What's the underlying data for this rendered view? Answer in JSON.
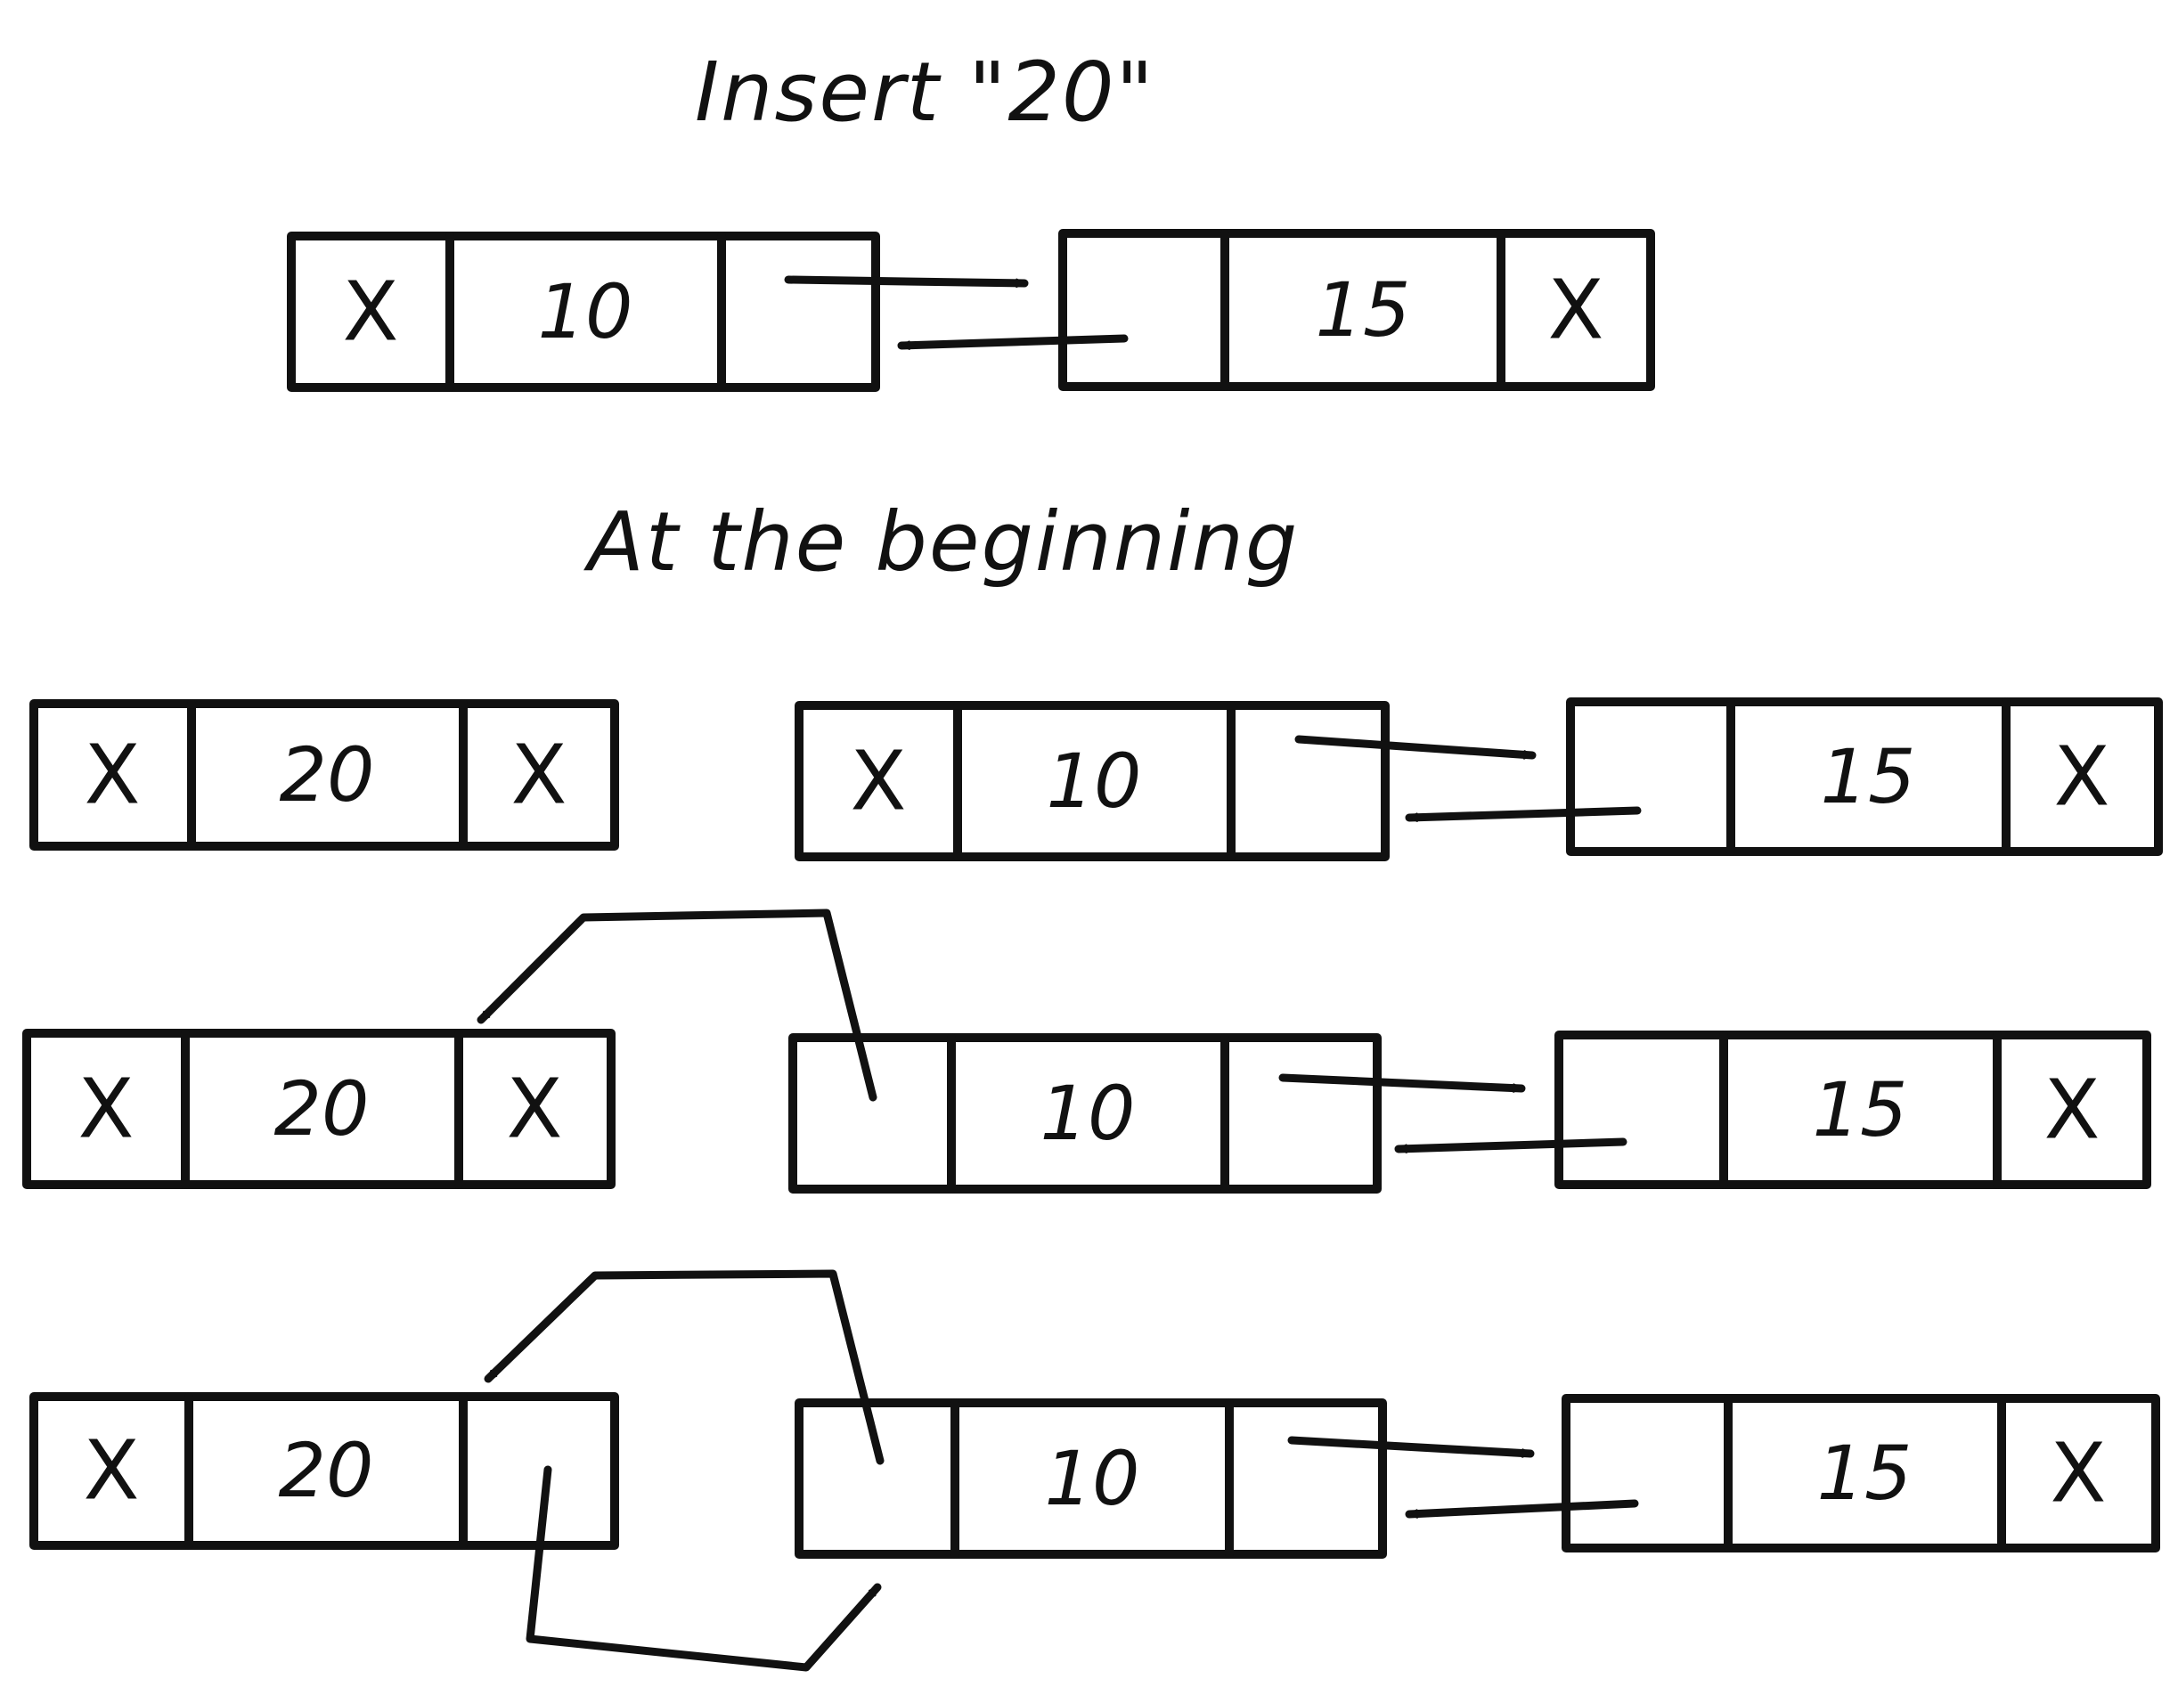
{
  "title": "Insert \"20\"",
  "subtitle": "At the beginning",
  "null_symbol": "X",
  "stroke_color": "#111111",
  "background_color": "#ffffff",
  "node_values": {
    "n10": "10",
    "n15": "15",
    "n20": "20"
  }
}
